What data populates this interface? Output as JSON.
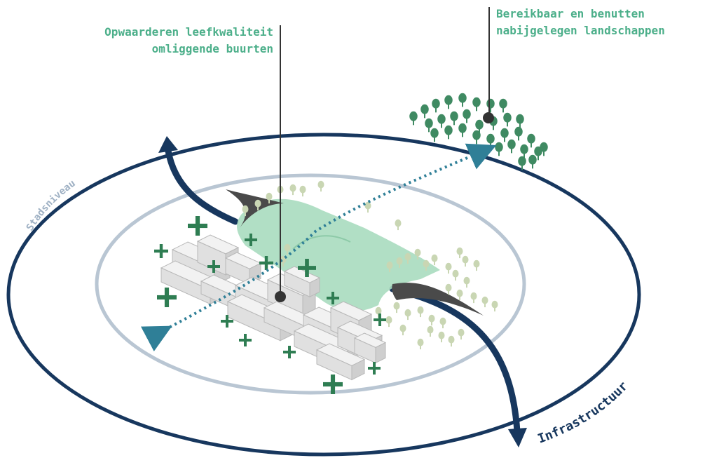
{
  "annotations": {
    "left": {
      "line1": "Opwaarderen leefkwaliteit",
      "line2": "omliggende buurten"
    },
    "right": {
      "line1": "Bereikbaar en benutten",
      "line2": "nabijgelegen landschappen"
    }
  },
  "ring_labels": {
    "outer": "Stadsniveau",
    "infra": "Infrastructuur"
  },
  "colors": {
    "outer_ring": "#17375e",
    "inner_ring": "#b9c6d3",
    "park": "#a8dbbf",
    "plus": "#2e7d52",
    "annotation_text": "#4caf8a",
    "dotted_axis": "#2f7f97",
    "trees": "#3f8a62",
    "buildings": "#e4e4e4"
  },
  "icons": [
    "plus-icon",
    "tree-icon",
    "building-icon",
    "arrow-icon",
    "pin-icon"
  ]
}
